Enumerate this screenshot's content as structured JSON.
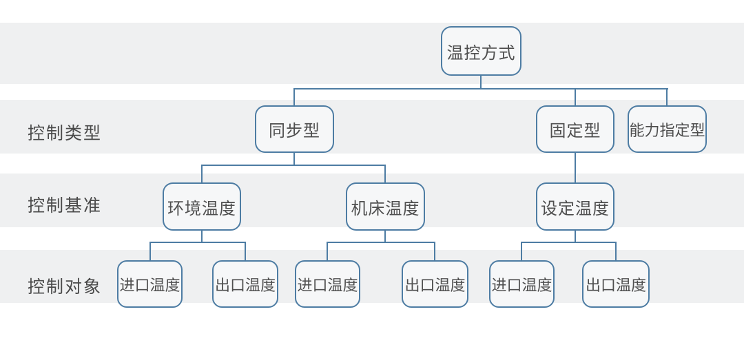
{
  "diagram": {
    "root": {
      "label": "温控方式"
    },
    "row_labels": [
      {
        "label": "控制类型"
      },
      {
        "label": "控制基准"
      },
      {
        "label": "控制对象"
      }
    ],
    "control_types": [
      {
        "label": "同步型"
      },
      {
        "label": "固定型"
      },
      {
        "label": "能力指定型"
      }
    ],
    "control_basis": [
      {
        "label": "环境温度"
      },
      {
        "label": "机床温度"
      },
      {
        "label": "设定温度"
      }
    ],
    "control_objects": [
      {
        "label": "进口温度"
      },
      {
        "label": "出口温度"
      },
      {
        "label": "进口温度"
      },
      {
        "label": "出口温度"
      },
      {
        "label": "进口温度"
      },
      {
        "label": "出口温度"
      }
    ],
    "colors": {
      "node_border": "#4d7ca3",
      "connector": "#4d7ca3",
      "node_fill": "#f6f7f8",
      "band_background": "#eff0f1",
      "text": "#4f4f4f"
    }
  }
}
